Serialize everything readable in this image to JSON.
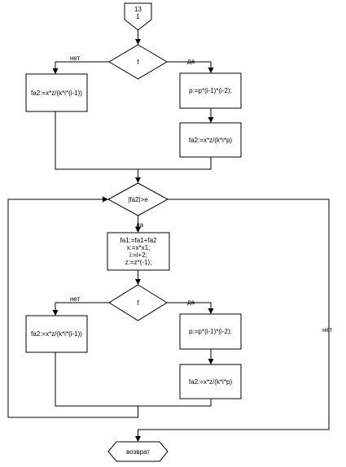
{
  "connector": {
    "line1": "13",
    "line2": "1"
  },
  "cond1": {
    "label": "f",
    "no": "нет",
    "yes": "да"
  },
  "block1_no": "fa2:=x*z/(k*i*(i-1))",
  "block1_yes1": "p:=p*(i-1)*(i-2);",
  "block1_yes2": "fa2:=x*z/(k*i*p)",
  "loop_cond": {
    "label": "|fa2|>e",
    "yes": "да",
    "no": "нет"
  },
  "body": {
    "lines": [
      "fa1:=fa1+fa2",
      "x:=x*x1;",
      "i:=i+2;",
      "z:=z*(-1);"
    ]
  },
  "cond2": {
    "label": "f",
    "no": "нет",
    "yes": "да"
  },
  "block2_no": "fa2:=x*z/(k*i*(i-1))",
  "block2_yes1": "p:=p*(i-1)*(i-2);",
  "block2_yes2": "fa2:=x*z/(k*i*p)",
  "terminal": "возврат"
}
